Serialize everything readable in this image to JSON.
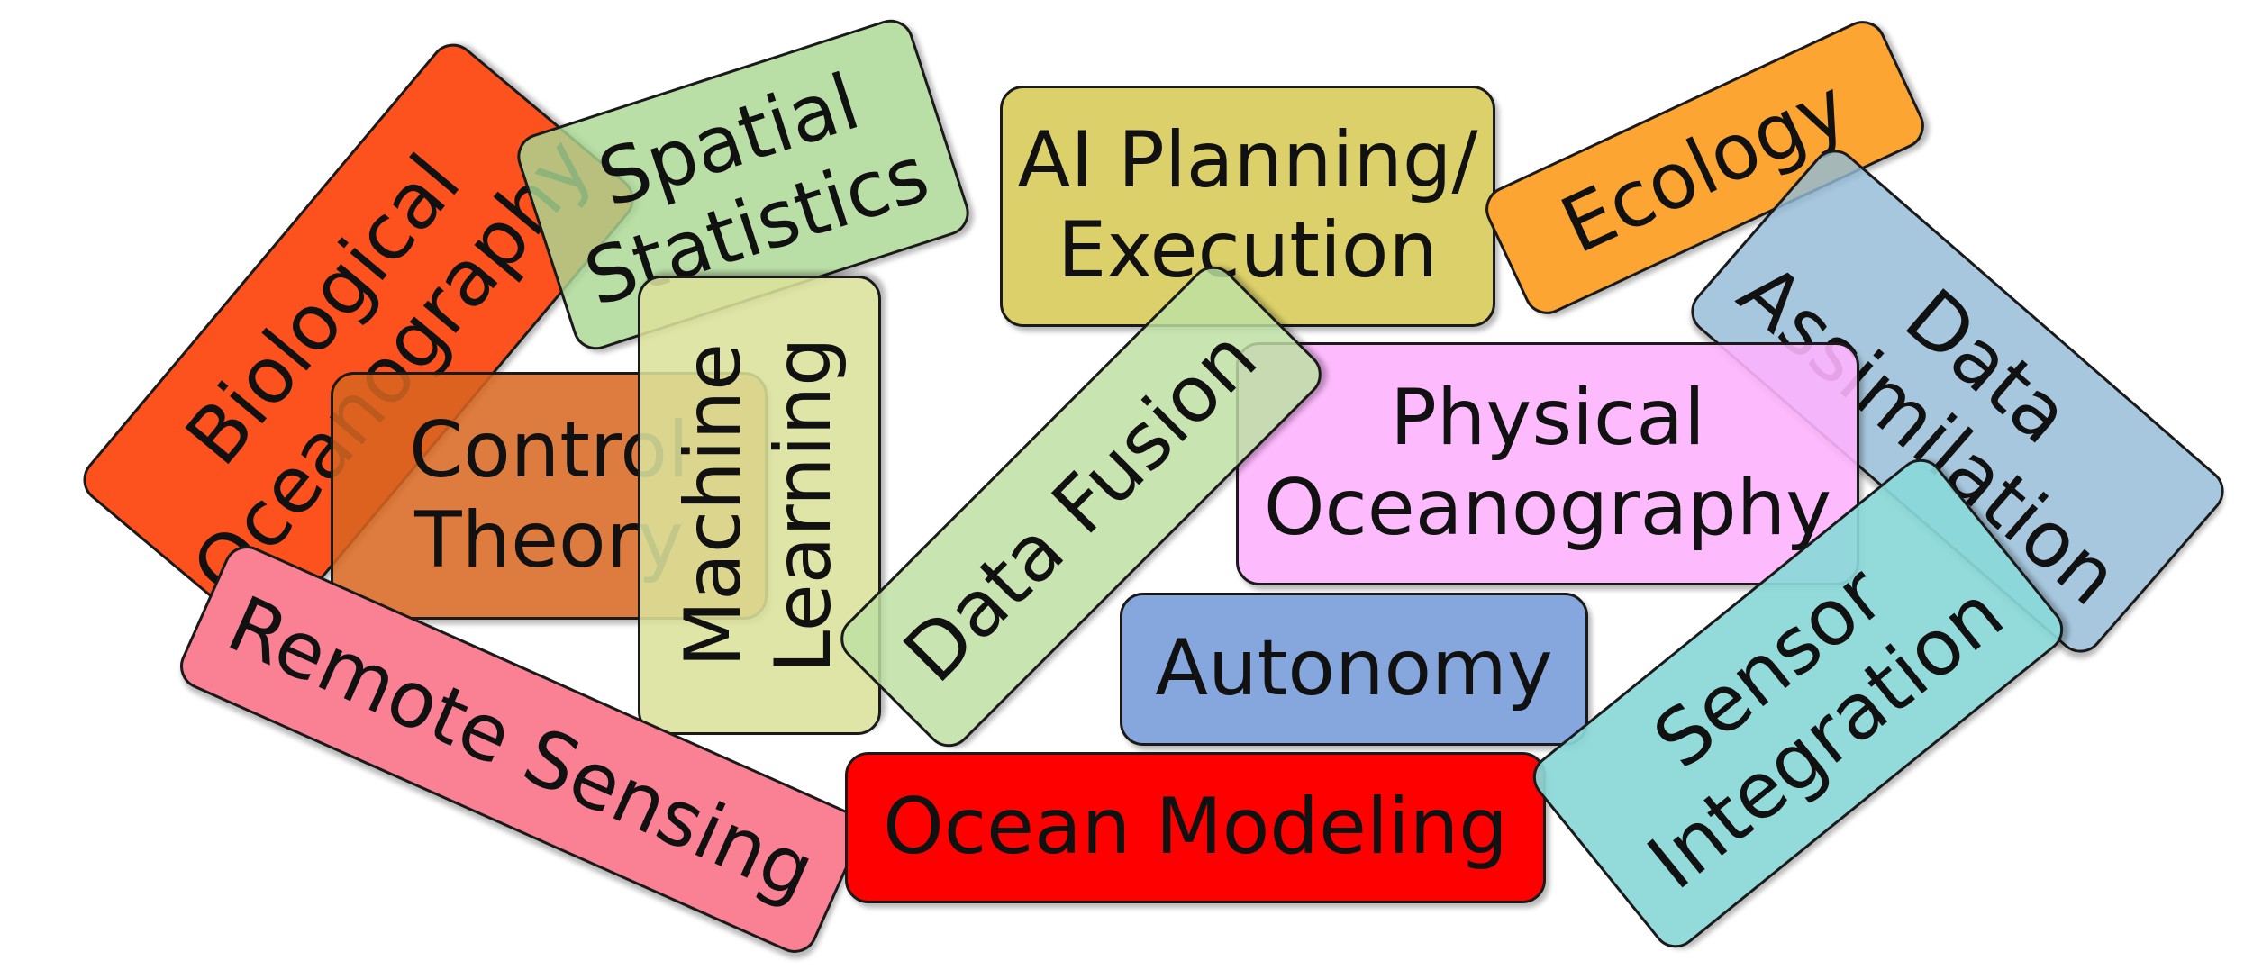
{
  "diagram": {
    "tags": [
      {
        "id": "biological-oceanography",
        "text": "Biological\nOceanography",
        "color": "#fd521d",
        "opacity": 1.0
      },
      {
        "id": "control-theory",
        "text": "Control\nTheory",
        "color": "#d9651f",
        "opacity": 0.86
      },
      {
        "id": "spatial-statistics",
        "text": "Spatial\nStatistics",
        "color": "#a9d894",
        "opacity": 0.82
      },
      {
        "id": "machine-learning",
        "text": "Machine\nLearning",
        "color": "#dbe19a",
        "opacity": 0.88
      },
      {
        "id": "ai-planning-execution",
        "text": "AI Planning/\nExecution",
        "color": "#d8cc5c",
        "opacity": 0.92
      },
      {
        "id": "ecology",
        "text": "Ecology",
        "color": "#fda532",
        "opacity": 1.0
      },
      {
        "id": "data-assimilation",
        "text": "Data\nAssimilation",
        "color": "#93bbd6",
        "opacity": 0.82
      },
      {
        "id": "physical-oceanography",
        "text": "Physical\nOceanography",
        "color": "#fdb3fd",
        "opacity": 0.9
      },
      {
        "id": "data-fusion",
        "text": "Data Fusion",
        "color": "#bde0a2",
        "opacity": 0.84
      },
      {
        "id": "autonomy",
        "text": "Autonomy",
        "color": "#86a7dd",
        "opacity": 1.0
      },
      {
        "id": "remote-sensing",
        "text": "Remote Sensing",
        "color": "#f98193",
        "opacity": 1.0
      },
      {
        "id": "ocean-modeling",
        "text": "Ocean Modeling",
        "color": "#ff0000",
        "opacity": 1.0
      },
      {
        "id": "sensor-integration",
        "text": "Sensor\nIntegration",
        "color": "#8ad8d8",
        "opacity": 0.92
      }
    ]
  }
}
